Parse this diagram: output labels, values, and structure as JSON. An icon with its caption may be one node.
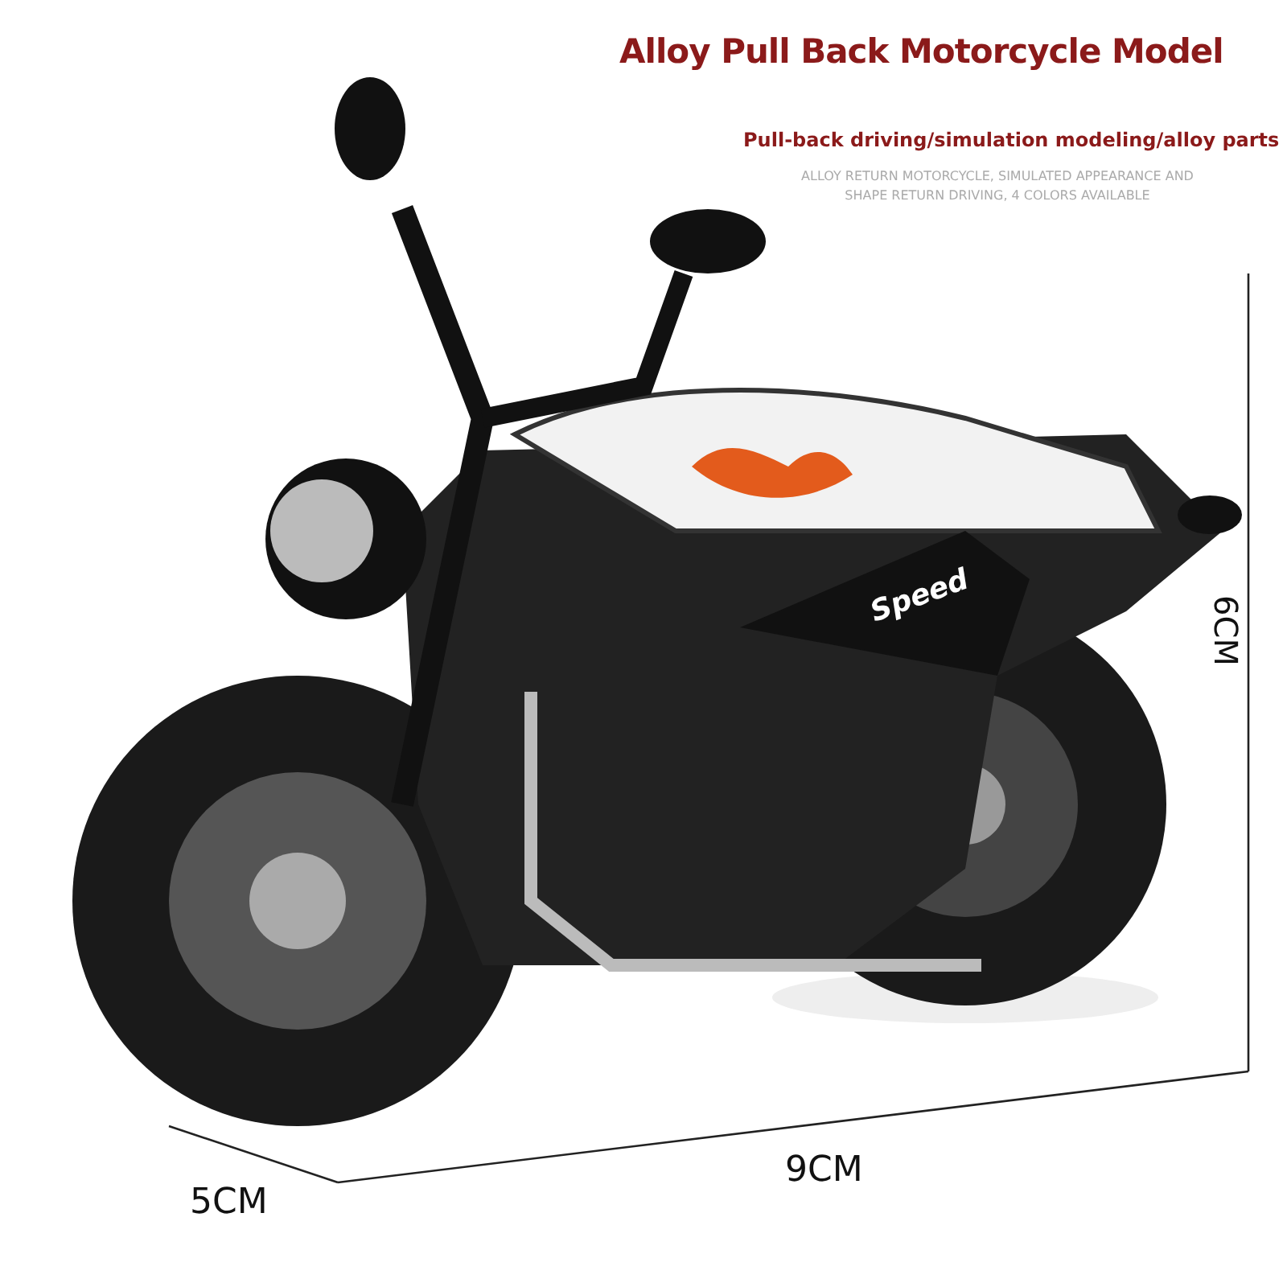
{
  "diagram": {
    "title": "Alloy Pull Back Motorcycle Model",
    "labels": [
      "Pull-back driving/simulation modeling/alloy parts",
      "ALLOY RETURN MOTORCYCLE, SIMULATED APPEARANCE AND SHAPE RETURN DRIVING, 4 COLORS AVAILABLE",
      "Speed",
      "6CM",
      "9CM",
      "5CM"
    ]
  }
}
